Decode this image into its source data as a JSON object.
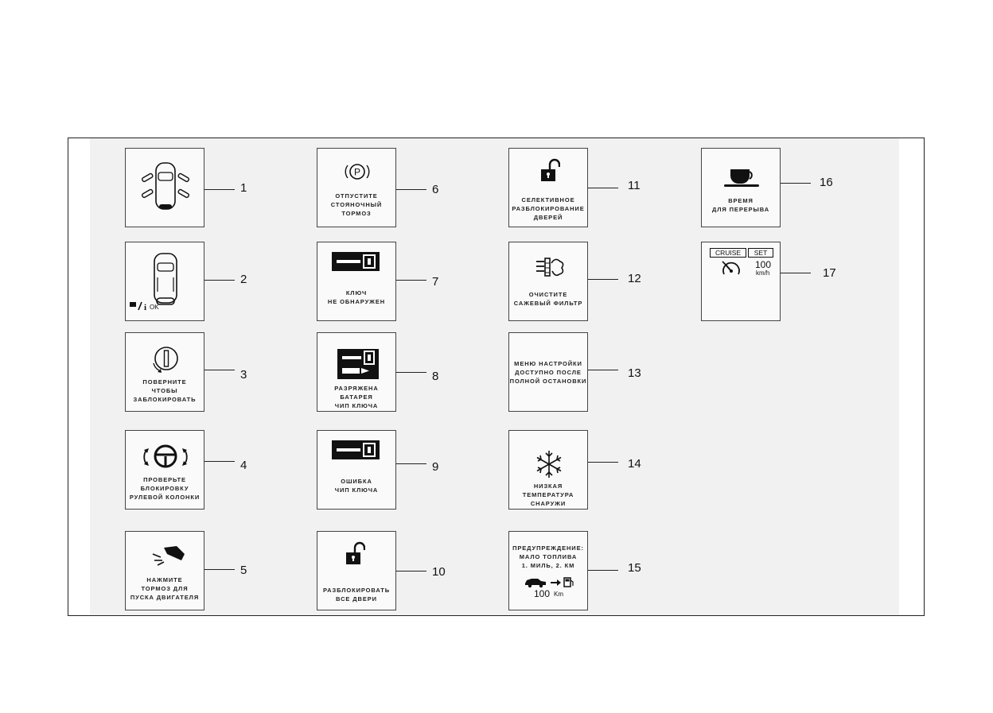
{
  "tiles": [
    {
      "number": "1",
      "icon": "open-doors-car-icon"
    },
    {
      "number": "2",
      "icon": "car-top-view-icon",
      "sub": "OK"
    },
    {
      "number": "3",
      "icon": "ignition-lock-icon",
      "lines": [
        "Поверните",
        "чтобы",
        "заблокировать"
      ]
    },
    {
      "number": "4",
      "icon": "steering-wheel-lock-icon",
      "lines": [
        "Проверьте",
        "блокировку",
        "рулевой колонки"
      ]
    },
    {
      "number": "5",
      "icon": "brake-pedal-icon",
      "lines": [
        "Нажмите",
        "тормоз для",
        "пуска двигателя"
      ]
    },
    {
      "number": "6",
      "icon": "parking-brake-icon",
      "lines": [
        "Отпустите",
        "стояночный",
        "тормоз"
      ]
    },
    {
      "number": "7",
      "icon": "key-icon",
      "lines": [
        "Ключ",
        "не обнаружен"
      ]
    },
    {
      "number": "8",
      "icon": "key-battery-icon",
      "lines": [
        "Разряжена",
        "батарея",
        "чип ключа"
      ]
    },
    {
      "number": "9",
      "icon": "key-icon",
      "lines": [
        "Ошибка",
        "чип ключа"
      ]
    },
    {
      "number": "10",
      "icon": "unlock-icon",
      "lines": [
        "Разблокировать",
        "все двери"
      ]
    },
    {
      "number": "11",
      "icon": "unlock-icon",
      "lines": [
        "Селективное",
        "разблокирование",
        "дверей"
      ]
    },
    {
      "number": "12",
      "icon": "particulate-filter-icon",
      "lines": [
        "Очистите",
        "сажевый фильтр"
      ]
    },
    {
      "number": "13",
      "icon": "",
      "lines": [
        "Меню настройки",
        "доступно после",
        "полной остановки"
      ]
    },
    {
      "number": "14",
      "icon": "snowflake-icon",
      "lines": [
        "Низкая",
        "температура",
        "снаружи"
      ]
    },
    {
      "number": "15",
      "icon": "car-to-fuel-icon",
      "lines": [
        "Предупреждение:",
        "мало топлива",
        "1. миль, 2. км"
      ],
      "value": "100",
      "unit": "Km"
    },
    {
      "number": "16",
      "icon": "coffee-cup-icon",
      "lines": [
        "Время",
        "для перерыва"
      ]
    },
    {
      "number": "17",
      "icon": "speedometer-icon",
      "cruise": "CRUISE",
      "set": "SET",
      "value": "100",
      "unit": "km/h"
    }
  ]
}
